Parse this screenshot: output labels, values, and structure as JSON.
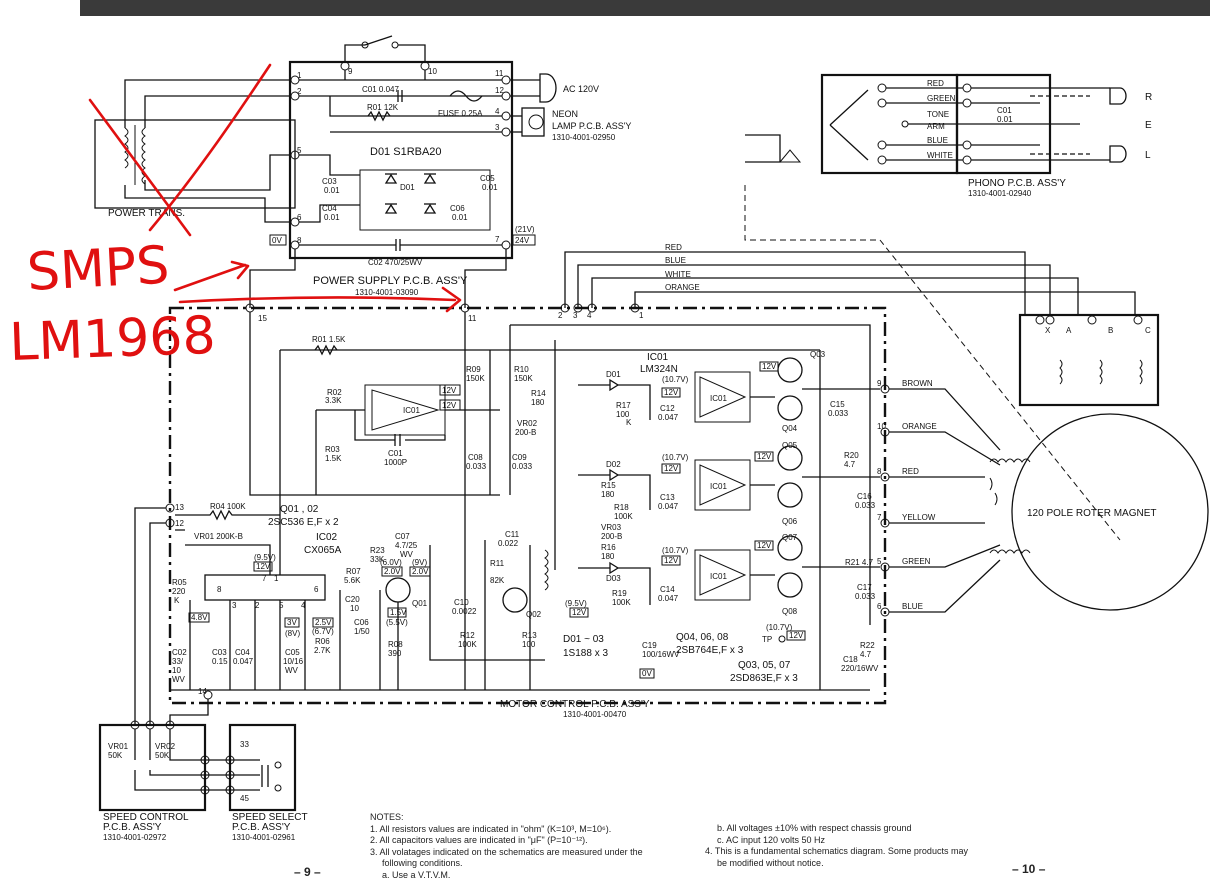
{
  "power": {
    "ac_label": "AC 120V",
    "c01": "C01 0.047",
    "r01": "R01 12K",
    "fuse": "FUSE 0.25A",
    "neon_title": "NEON",
    "neon_sub": "LAMP P.C.B. ASS'Y",
    "neon_part": "1310-4001-02950",
    "d01": "D01  S1RBA20",
    "trans": "POWER TRANS.",
    "c03": "C03",
    "c03v": "0.01",
    "c04": "C04",
    "c04v": "0.01",
    "c05": "C05",
    "c05v": "0.01",
    "c06": "C06",
    "c06v": "0.01",
    "d01b": "D01",
    "c02": "C02 470/25WV",
    "v0": "0V",
    "v24": "24V",
    "v21": "(21V)",
    "title": "POWER SUPPLY P.C.B. ASS'Y",
    "part": "1310-4001-03090",
    "pins": [
      "1",
      "2",
      "5",
      "6",
      "8",
      "9",
      "10",
      "11",
      "12",
      "4",
      "3",
      "7"
    ]
  },
  "phono": {
    "wires": [
      "RED",
      "GREEN",
      "TONE",
      "ARM",
      "BLUE",
      "WHITE"
    ],
    "c01": "C01",
    "c01v": "0.01",
    "out_r": "R",
    "out_e": "E",
    "out_l": "L",
    "title": "PHONO P.C.B. ASS'Y",
    "part": "1310-4001-02940"
  },
  "motor": {
    "title": "MOTOR CONTROL P.C.B. ASS'Y",
    "part": "1310-4001-00470",
    "top_wires": [
      "RED",
      "BLUE",
      "WHITE",
      "ORANGE"
    ],
    "pin15": "15",
    "pin11": "11",
    "pins_top": [
      "2",
      "3",
      "4",
      "1"
    ],
    "r01": "R01 1.5K",
    "r02": "R02",
    "r02v": "3.3K",
    "r03": "R03",
    "r03v": "1.5K",
    "c01": "C01",
    "c01v": "1000P",
    "ic01": "IC01",
    "ic01_title": "IC01",
    "ic01_part": "LM324N",
    "r09": "R09",
    "r09v": "150K",
    "r10": "R10",
    "r10v": "150K",
    "r14": "R14",
    "r14v": "180",
    "vr02": "VR02",
    "vr02v": "200-B",
    "c08": "C08",
    "c08v": "0.033",
    "c09": "C09",
    "c09v": "0.033",
    "v12": "12V",
    "v107": "(10.7V)",
    "d01": "D01",
    "d02": "D02",
    "d03": "D03",
    "r17": "R17",
    "r17v": "100",
    "r17k": "K",
    "c12": "C12",
    "c12v": "0.047",
    "r15": "R15",
    "r15v": "180",
    "r18": "R18",
    "r18v": "100K",
    "vr03": "VR03",
    "vr03v": "200-B",
    "r16": "R16",
    "r16v": "180",
    "c13": "C13",
    "c13v": "0.047",
    "r19": "R19",
    "r19v": "100K",
    "c14": "C14",
    "c14v": "0.047",
    "q03": "Q03",
    "q04": "Q04",
    "q05": "Q05",
    "q06": "Q06",
    "q07": "Q07",
    "q08": "Q08",
    "c15": "C15",
    "c15v": "0.033",
    "c16": "C16",
    "c16v": "0.033",
    "c17": "C17",
    "c17v": "0.033",
    "r20": "R20",
    "r20v": "4.7",
    "r21": "R21  4.7",
    "r22": "R22",
    "r22v": "4.7",
    "c18": "C18",
    "c18v": "220/16WV",
    "tp": "TP",
    "q0102_title": "Q01 , 02",
    "q0102_part": "2SC536 E,F x 2",
    "ic02": "IC02",
    "ic02_part": "CX065A",
    "r04": "R04  100K",
    "vr01": "VR01  200K-B",
    "v95": "(9.5V)",
    "r05": "R05",
    "r05v": "220",
    "r05k": "K",
    "v48": "4.8V",
    "c02": "C02",
    "c02v": "33/",
    "c02v2": "10",
    "c02wv": "WV",
    "c03": "C03",
    "c03v": "0.15",
    "c04": "C04",
    "c04v": "0.047",
    "v3": "3V",
    "v8": "(8V)",
    "c05": "C05",
    "c05v": "10/16",
    "c05wv": "WV",
    "v25": "2.5V",
    "v67": "(6.7V)",
    "r06": "R06",
    "r06v": "2.7K",
    "r07": "R07",
    "r07v": "5.6K",
    "r23": "R23",
    "r23v": "33K",
    "v60": "(6.0V)",
    "v20": "2.0V",
    "c07": "C07",
    "c07v": "4.7/25",
    "c07wv": "WV",
    "v9": "(9V)",
    "v20b": "2.0V",
    "c20": "C20",
    "c20v": "10",
    "c06": "C06",
    "c06v": "1/50",
    "v15": "1.5V",
    "v55": "(5.5V)",
    "q01": "Q01",
    "r08": "R08",
    "r08v": "390",
    "c11": "C11",
    "c11v": "0.022",
    "r11": "R11",
    "r11v": "82K",
    "c10": "C10",
    "c10v": "0.0022",
    "r12": "R12",
    "r12v": "100K",
    "q02": "Q02",
    "r13": "R13",
    "r13v": "100",
    "v95b": "(9.5V)",
    "v12b": "12V",
    "d0103": "D01 ~ 03",
    "d0103p": "1S188 x 3",
    "c19": "C19",
    "c19v": "100/16WV",
    "v0": "0V",
    "q_out": "Q04, 06, 08",
    "q_out_p": "2SB764E,F x 3",
    "q_drv": "Q03, 05, 07",
    "q_drv_p": "2SD863E,F  x 3",
    "pin13": "13",
    "pin12": "12",
    "pin14": "14",
    "ic_pins": [
      "8",
      "7",
      "1",
      "6",
      "3",
      "2",
      "5",
      "4"
    ]
  },
  "outputs": {
    "wires": [
      "BROWN",
      "ORANGE",
      "RED",
      "YELLOW",
      "GREEN",
      "BLUE"
    ],
    "pins": [
      "9",
      "10",
      "8",
      "7",
      "5",
      "6"
    ],
    "motor_label": "120 POLE ROTER MAGNET",
    "conn": [
      "X",
      "A",
      "B",
      "C"
    ]
  },
  "speed": {
    "control_title": "SPEED CONTROL",
    "control_sub": "P.C.B. ASS'Y",
    "control_part": "1310-4001-02972",
    "vr01": "VR01",
    "vr01v": "50K",
    "vr02": "VR02",
    "vr02v": "50K",
    "select_title": "SPEED SELECT",
    "select_sub": "P.C.B. ASS'Y",
    "select_part": "1310-4001-02961",
    "s33": "33",
    "s45": "45"
  },
  "annotations": {
    "line1": "SMPS",
    "line2": "LM1968"
  },
  "notes": {
    "heading": "NOTES:",
    "n1": "1.  All resistors values are indicated in \"ohm\" (K=10³, M=10⁶).",
    "n2": "2.  All capacitors values are indicated in \"μF\" (P=10⁻¹²).",
    "n3": "3.  All volatages indicated on the schematics are measured under the",
    "n3b": "following conditions.",
    "n3a": "a.  Use a V.T.V.M.",
    "nb": "b.  All voltages ±10% with respect chassis ground",
    "nc": "c.  AC input 120 volts 50 Hz",
    "n4": "4.  This is a fundamental schematics diagram. Some products may",
    "n4b": "be modified without notice."
  },
  "pages": {
    "left": "– 9 –",
    "right": "– 10 –"
  }
}
